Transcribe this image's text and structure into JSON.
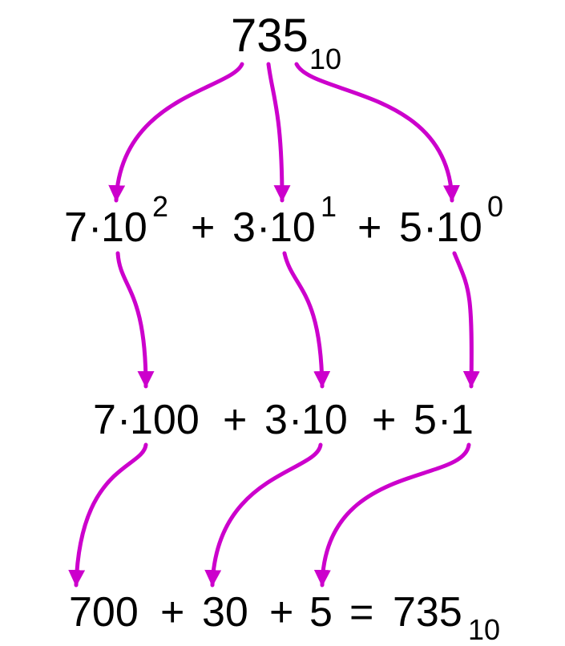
{
  "diagram": {
    "arrow_color": "#cc00cc",
    "top": {
      "number": "735",
      "base": "10"
    },
    "row1": {
      "digit1": "7",
      "dot1": "·",
      "base1": "10",
      "exp1": "2",
      "plus1": "+",
      "digit2": "3",
      "dot2": "·",
      "base2": "10",
      "exp2": "1",
      "plus2": "+",
      "digit3": "5",
      "dot3": "·",
      "base3": "10",
      "exp3": "0"
    },
    "row2": {
      "digit1": "7",
      "dot1": "·",
      "value1": "100",
      "plus1": "+",
      "digit2": "3",
      "dot2": "·",
      "value2": "10",
      "plus2": "+",
      "digit3": "5",
      "dot3": "·",
      "value3": "1"
    },
    "row3": {
      "term1": "700",
      "plus1": "+",
      "term2": "30",
      "plus2": "+",
      "term3": "5",
      "equals": "=",
      "result": "735",
      "result_base": "10"
    }
  }
}
